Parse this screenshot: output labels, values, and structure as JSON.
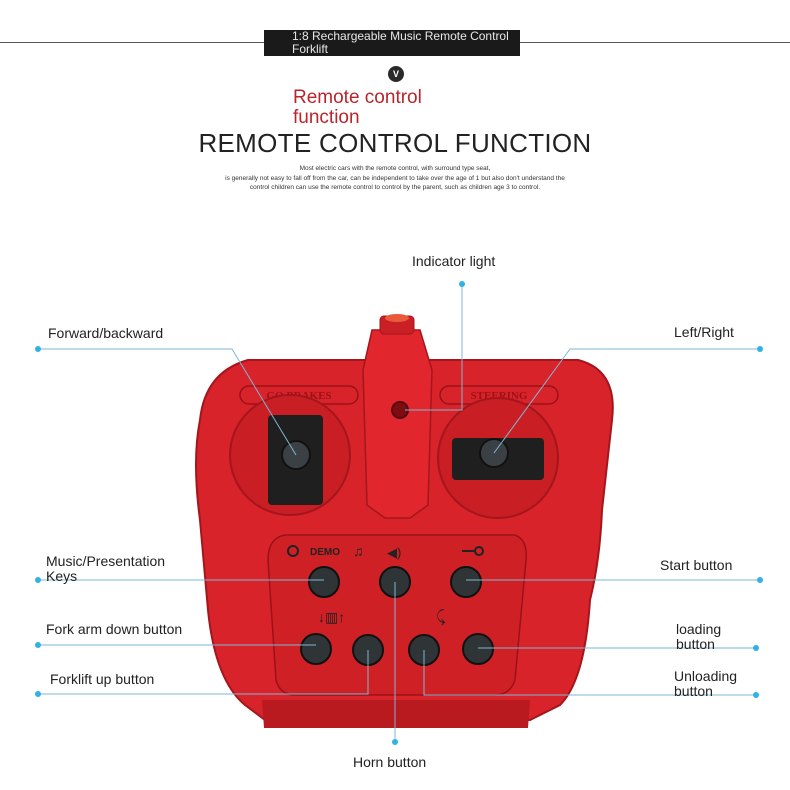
{
  "header": {
    "banner_text": "1:8 Rechargeable Music Remote Control Forklift",
    "badge": "V",
    "subtitle": "Remote control function",
    "title": "REMOTE CONTROL FUNCTION",
    "description": [
      "Most electric cars with the remote control, with surround type seat,",
      "is generally not easy to fall off from the car, can be independent to take over the age of 1 but also don't understand the",
      "control children can use the remote control to control by the parent, such as children age 3 to control."
    ]
  },
  "remote": {
    "left_panel_label": "GO BRAKES",
    "right_panel_label": "STEERING",
    "demo_label": "DEMO",
    "body_color": "#d8232a",
    "button_color": "#2f3437"
  },
  "callouts": {
    "indicator_light": "Indicator light",
    "forward_backward": "Forward/backward",
    "left_right": "Left/Right",
    "music_presentation": "Music/Presentation Keys",
    "start_button": "Start button",
    "fork_arm_down": "Fork arm down button",
    "loading_button": "loading button",
    "forklift_up": "Forklift up button",
    "unloading_button": "Unloading button",
    "horn_button": "Horn button"
  }
}
